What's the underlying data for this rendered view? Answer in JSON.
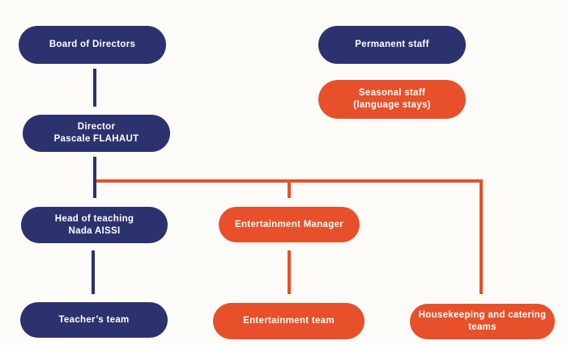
{
  "colors": {
    "navy": "#2C326E",
    "orange": "#E7502A",
    "background": "#FDFBF8",
    "label_text": "#FFFFFF"
  },
  "legend": {
    "permanent": {
      "label": "Permanent staff"
    },
    "seasonal": {
      "line1": "Seasonal staff",
      "line2": "(language stays)"
    }
  },
  "nodes": {
    "board": {
      "label": "Board of Directors"
    },
    "director": {
      "line1": "Director",
      "line2": "Pascale FLAHAUT"
    },
    "head_of_teaching": {
      "line1": "Head of teaching",
      "line2": "Nada AISSI"
    },
    "entertainment_manager": {
      "label": "Entertainment Manager"
    },
    "teachers_team": {
      "label": "Teacher’s team"
    },
    "entertainment_team": {
      "label": "Entertainment team"
    },
    "housekeeping_catering": {
      "line1": "Housekeeping and catering",
      "line2": "teams"
    }
  }
}
